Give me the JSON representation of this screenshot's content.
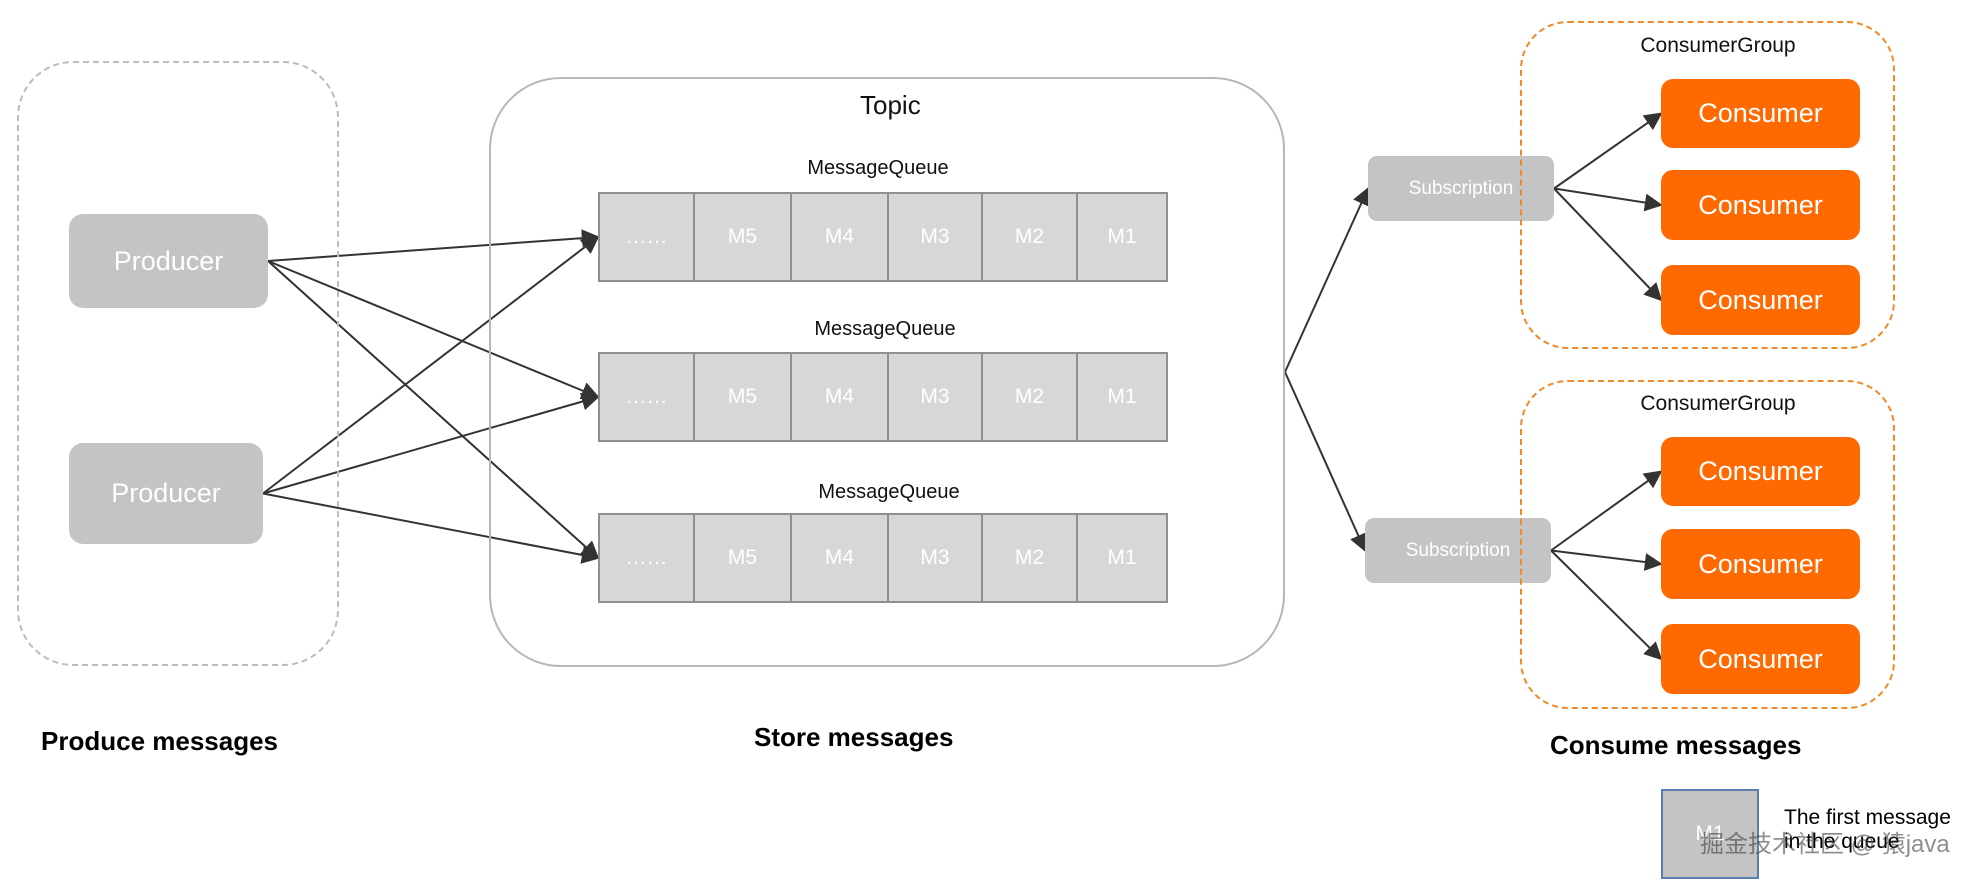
{
  "topic": {
    "title": "Topic"
  },
  "producers": [
    {
      "id": "p1",
      "label": "Producer"
    },
    {
      "id": "p2",
      "label": "Producer"
    }
  ],
  "queues": [
    {
      "id": "q1",
      "label": "MessageQueue",
      "cells": [
        "……",
        "M5",
        "M4",
        "M3",
        "M2",
        "M1"
      ]
    },
    {
      "id": "q2",
      "label": "MessageQueue",
      "cells": [
        "……",
        "M5",
        "M4",
        "M3",
        "M2",
        "M1"
      ]
    },
    {
      "id": "q3",
      "label": "MessageQueue",
      "cells": [
        "……",
        "M5",
        "M4",
        "M3",
        "M2",
        "M1"
      ]
    }
  ],
  "subscriptions": [
    {
      "id": "s1",
      "label": "Subscription"
    },
    {
      "id": "s2",
      "label": "Subscription"
    }
  ],
  "consumer_groups": [
    {
      "id": "g1",
      "label": "ConsumerGroup",
      "consumers": [
        {
          "id": "c1",
          "label": "Consumer"
        },
        {
          "id": "c2",
          "label": "Consumer"
        },
        {
          "id": "c3",
          "label": "Consumer"
        }
      ]
    },
    {
      "id": "g2",
      "label": "ConsumerGroup",
      "consumers": [
        {
          "id": "c4",
          "label": "Consumer"
        },
        {
          "id": "c5",
          "label": "Consumer"
        },
        {
          "id": "c6",
          "label": "Consumer"
        }
      ]
    }
  ],
  "sections": {
    "produce": "Produce messages",
    "store": "Store messages",
    "consume": "Consume messages"
  },
  "legend": {
    "sample": "M1",
    "description_line1": "The first message",
    "description_line2": "in the queue"
  },
  "watermark": "掘金技术社区 @ 猿java",
  "edges": [
    {
      "from": "p1",
      "to": "q1"
    },
    {
      "from": "p1",
      "to": "q2"
    },
    {
      "from": "p1",
      "to": "q3"
    },
    {
      "from": "p2",
      "to": "q1"
    },
    {
      "from": "p2",
      "to": "q2"
    },
    {
      "from": "p2",
      "to": "q3"
    },
    {
      "from": "topic",
      "to": "s1"
    },
    {
      "from": "topic",
      "to": "s2"
    },
    {
      "from": "s1",
      "to": "c1"
    },
    {
      "from": "s1",
      "to": "c2"
    },
    {
      "from": "s1",
      "to": "c3"
    },
    {
      "from": "s2",
      "to": "c4"
    },
    {
      "from": "s2",
      "to": "c5"
    },
    {
      "from": "s2",
      "to": "c6"
    }
  ],
  "colors": {
    "node_gray": "#c4c4c4",
    "consumer_orange": "#ff6a00",
    "group_border": "#ee8a2a",
    "edge": "#333333"
  }
}
